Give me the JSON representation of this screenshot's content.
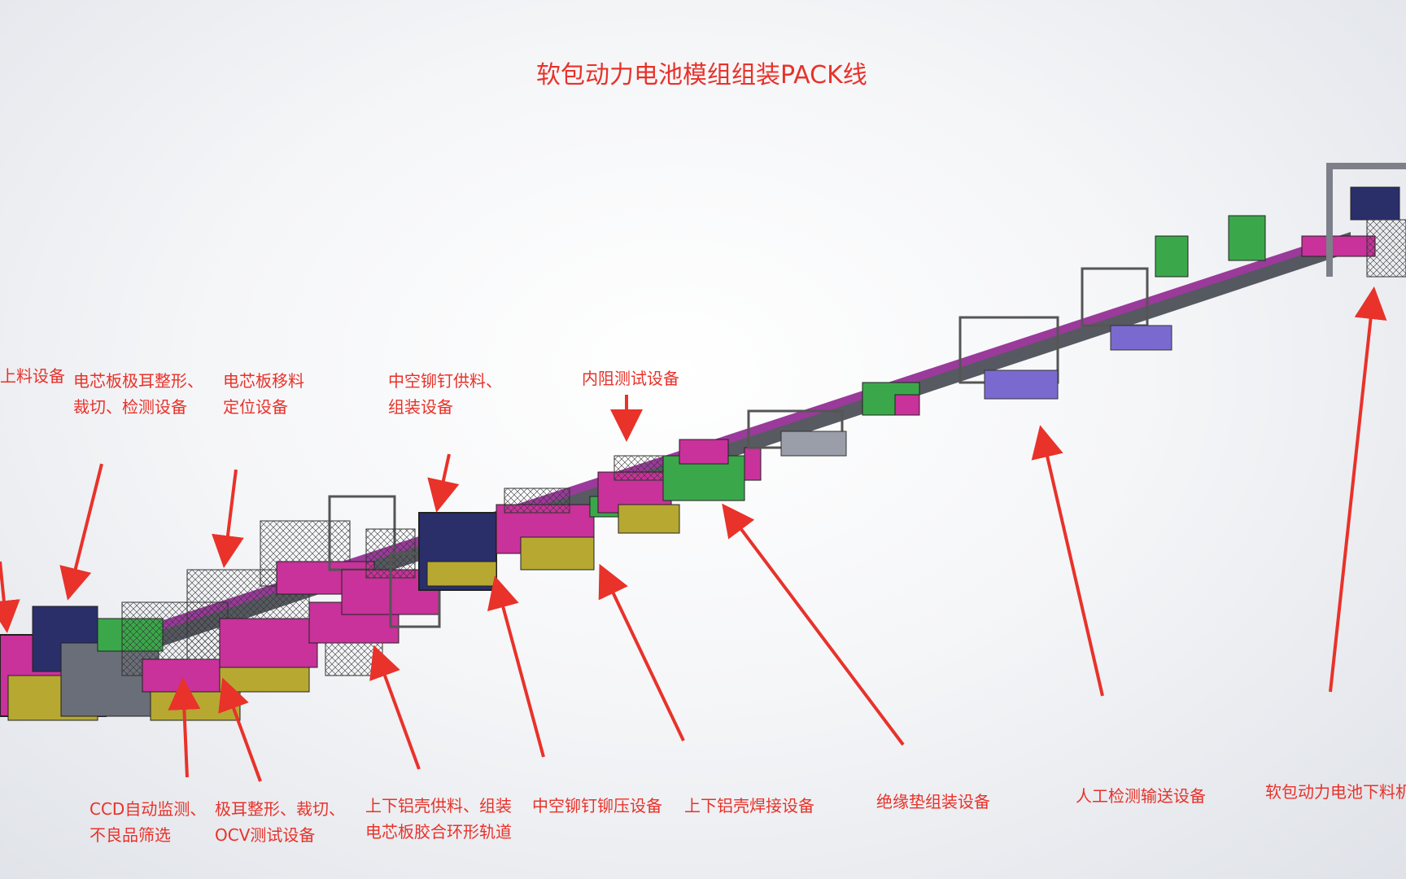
{
  "title": "软包动力电池模组组装PACK线",
  "labels": {
    "l1": "上料设备",
    "l2a": "电芯板极耳整形、",
    "l2b": "裁切、检测设备",
    "l3a": "电芯板移料",
    "l3b": "定位设备",
    "l4a": "中空铆钉供料、",
    "l4b": "组装设备",
    "l5": "内阻测试设备",
    "b1a": "CCD自动监测、",
    "b1b": "不良品筛选",
    "b2a": "极耳整形、裁切、",
    "b2b": "OCV测试设备",
    "b3a": "上下铝壳供料、组装",
    "b3b": "电芯板胶合环形轨道",
    "b4": "中空铆钉铆压设备",
    "b5": "上下铝壳焊接设备",
    "b6": "绝缘垫组装设备",
    "b7": "人工检测输送设备",
    "b8": "软包动力电池下料机"
  },
  "colors": {
    "label": "#e8322a",
    "magenta": "#c8329a",
    "green": "#3aa84a",
    "yellow": "#b7a832",
    "navy": "#2a2f6a",
    "frame": "#5a5f6a",
    "conveyor": "#7a3a8a"
  }
}
